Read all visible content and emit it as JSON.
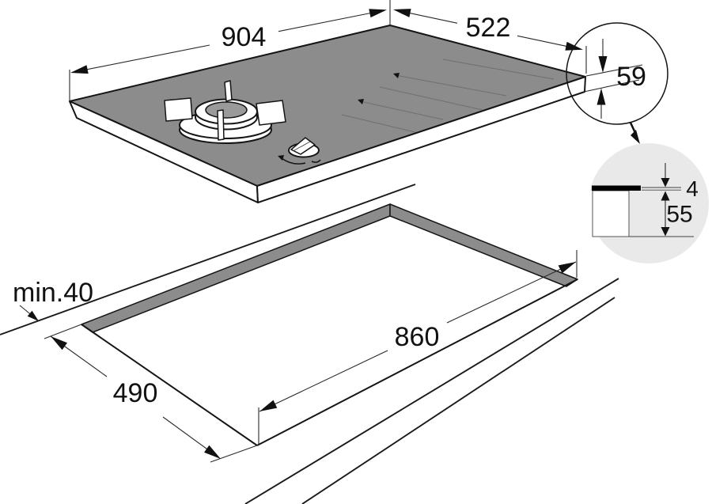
{
  "diagram": {
    "type": "appliance-installation-drawing",
    "views": [
      "hob-perspective",
      "edge-detail",
      "worktop-cutout"
    ]
  },
  "labels": {
    "hob_width": "904",
    "hob_depth": "522",
    "hob_height": "59",
    "glass_thickness": "4",
    "under_counter_depth": "55",
    "front_clearance": "min.40",
    "cutout_depth": "490",
    "cutout_width": "860"
  },
  "colors": {
    "surface": "#8c8c8c",
    "cutout_wall": "#8c8c8c",
    "burner_hole": "#9a9a9a",
    "detail_bg": "#e9e9e9",
    "white": "#ffffff",
    "line": "#151515"
  }
}
